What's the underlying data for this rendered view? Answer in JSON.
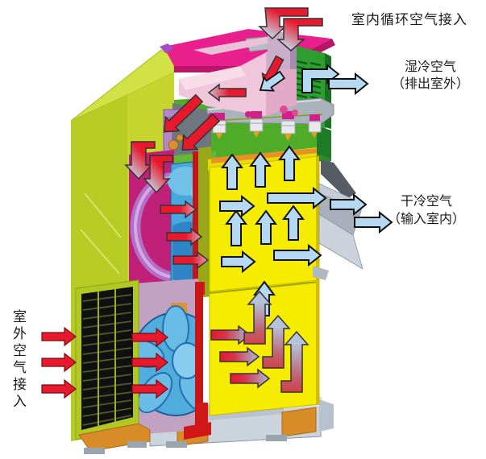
{
  "labels": {
    "recirculation_inlet": "室内循环空气接入",
    "exhaust_air_line1": "湿冷空气",
    "exhaust_air_line2": "（排出室外）",
    "supply_air_line1": "干冷空气",
    "supply_air_line2": "（输入室内）",
    "outdoor_intake": "室外空气接入"
  },
  "colors": {
    "hot_air_arrow": "#e8192c",
    "cold_air_arrow": "#b5d9f2",
    "cabinet_exterior": "#b6cc24",
    "roof": "#ea1f8e",
    "heat_exchanger": "#f6ec00",
    "fan": "#50acdc",
    "interior_wall": "#c02078",
    "intake_grille": "#101010"
  },
  "components": [
    "recirculation-inlet-duct",
    "exhaust-louver-panel",
    "mist-eliminator",
    "spray-nozzles",
    "upper-fan",
    "plate-heat-exchanger-upper",
    "plate-heat-exchanger-lower",
    "lower-fan",
    "outdoor-intake-grille",
    "dry-air-outlet-scoop",
    "base-frame"
  ]
}
